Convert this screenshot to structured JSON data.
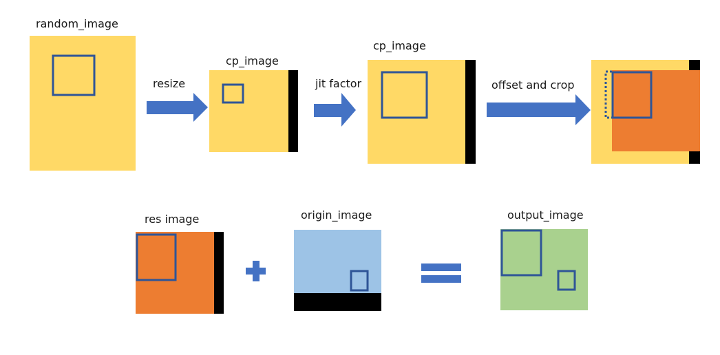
{
  "labels": {
    "random_image": "random_image",
    "resize": "resize",
    "cp_image_small": "cp_image",
    "jit_factor": "jit factor",
    "cp_image_large": "cp_image",
    "offset_and_crop": "offset and crop",
    "res_image": "res image",
    "origin_image": "origin_image",
    "output_image": "output_image"
  },
  "colors": {
    "yellow": "#FFD966",
    "orange": "#ED7D31",
    "light_blue": "#9DC3E6",
    "green": "#A9D18E",
    "box_stroke": "#2F5597",
    "arrow": "#4472C4",
    "pad": "#000000"
  }
}
